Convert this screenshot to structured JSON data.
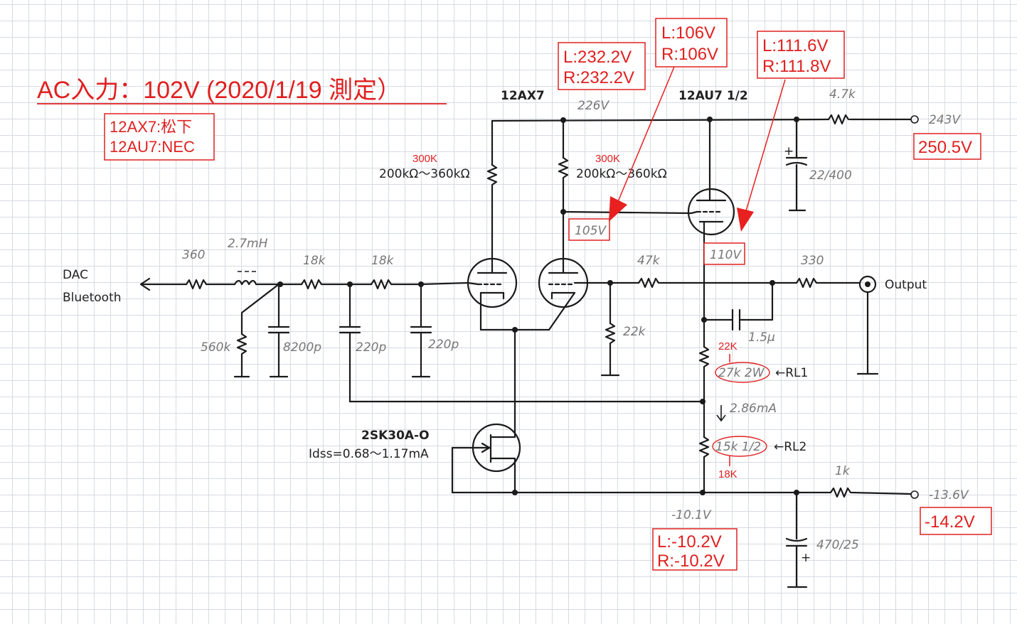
{
  "title": "AC入力：102V (2020/1/19 測定）",
  "tubes_note": [
    "12AX7:松下",
    "12AU7:NEC"
  ],
  "tube_labels": {
    "ax7": "12AX7",
    "au7": "12AU7 1/2"
  },
  "input_labels": [
    "DAC",
    "Bluetooth"
  ],
  "output_label": "Output",
  "jfet": {
    "name": "2SK30A-O",
    "idss": "Idss=0.68～1.17mA"
  },
  "components": {
    "r_in": "360",
    "inductor": "2.7mH",
    "r1": "18k",
    "r2": "18k",
    "r_shunt": "560k",
    "c1": "8200p",
    "c2": "220p",
    "c3": "220p",
    "plate_r_ax7_note": "300K",
    "plate_r_ax7": "200kΩ～360kΩ",
    "plate_r_b_note": "300K",
    "plate_r_b": "200kΩ～360kΩ",
    "r_47k_mid": "47k",
    "r_22k": "22k",
    "r_supply": "4.7k",
    "c_supply": "22/400",
    "r_out": "330",
    "c_fb": "1.5μ",
    "rl1_hand": "27k 2W",
    "rl1_new": "22K",
    "rl1_tag": "←RL1",
    "rl2_hand": "15k 1/2",
    "rl2_new": "18K",
    "rl2_tag": "←RL2",
    "r_neg": "1k",
    "c_neg": "470/25",
    "current": "2.86mA"
  },
  "handwritten_voltages": {
    "b_plus_ax7": "226V",
    "b_plus": "243V",
    "grid_au7": "105V",
    "cathode_au7": "110V",
    "neg_rail": "-13.6V",
    "neg_node": "-10.1V"
  },
  "measured": {
    "plate_ax7": [
      "L:232.2V",
      "R:232.2V"
    ],
    "grid_au7": [
      "L:106V",
      "R:106V"
    ],
    "cathode_au7": [
      "L:111.6V",
      "R:111.8V"
    ],
    "b_plus": "250.5V",
    "neg_rail": "-14.2V",
    "neg_node": [
      "L:-10.2V",
      "R:-10.2V"
    ]
  }
}
